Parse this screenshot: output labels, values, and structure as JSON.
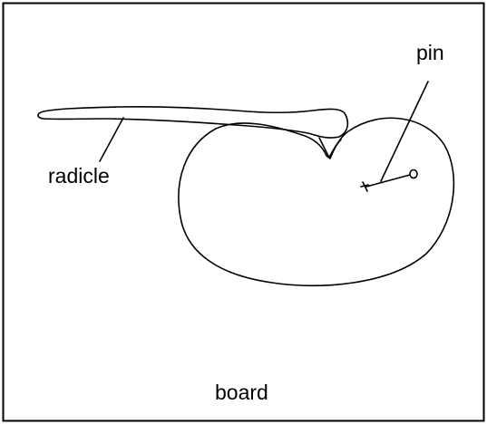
{
  "labels": {
    "pin": "pin",
    "radicle": "radicle",
    "board": "board"
  },
  "colors": {
    "line": "#000000",
    "background": "#ffffff"
  }
}
